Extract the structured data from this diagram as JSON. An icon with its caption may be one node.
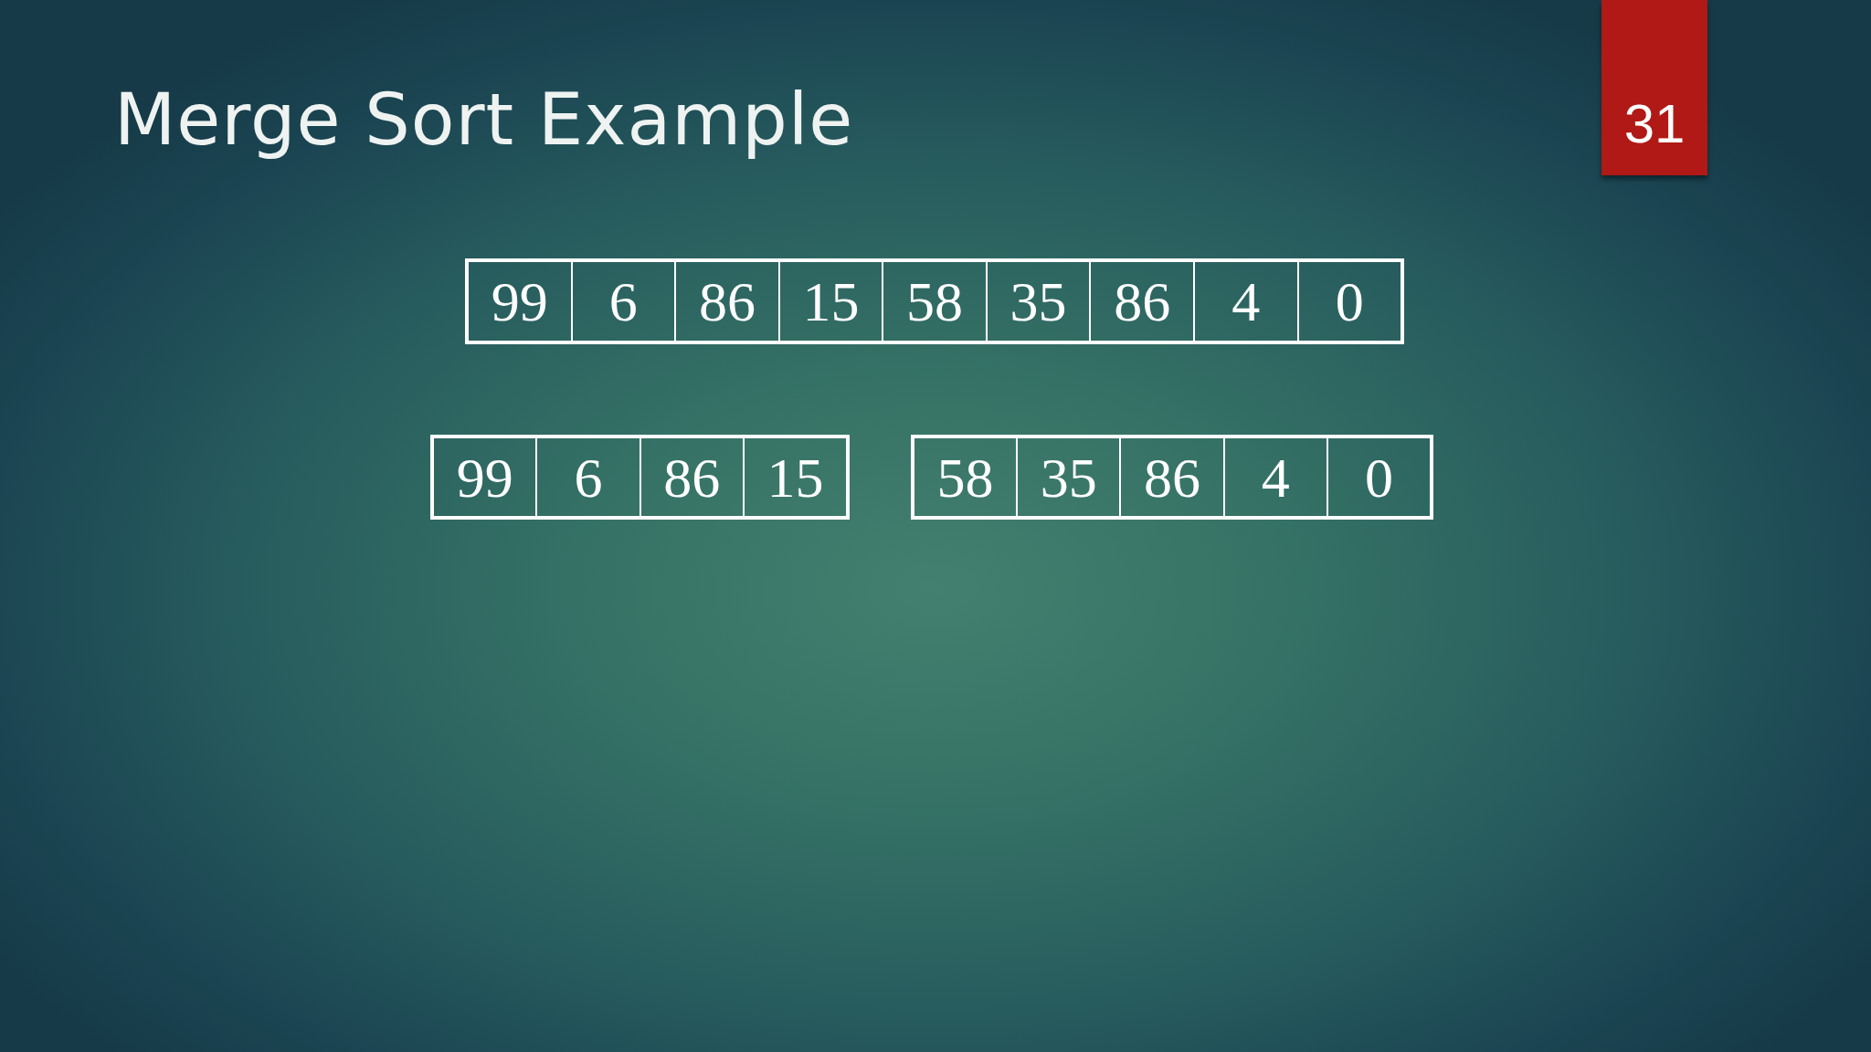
{
  "diagram": {
    "title": "Merge Sort Example",
    "nodes": [
      {
        "text": [
          "31"
        ]
      },
      {
        "text": [],
        "shape": "box"
      },
      {
        "text": [
          "99"
        ],
        "in": 1
      },
      {
        "text": [
          "6"
        ],
        "in": 1
      },
      {
        "text": [
          "86"
        ],
        "in": 1
      },
      {
        "text": [
          "15"
        ],
        "in": 1
      },
      {
        "text": [
          "58"
        ],
        "in": 1
      },
      {
        "text": [
          "35"
        ],
        "in": 1
      },
      {
        "text": [
          "86"
        ],
        "in": 1
      },
      {
        "text": [
          "4"
        ],
        "in": 1
      },
      {
        "text": [
          "0"
        ],
        "in": 1
      },
      {
        "text": [],
        "shape": "box"
      },
      {
        "text": [
          "99"
        ],
        "in": 11
      },
      {
        "text": [
          "6"
        ],
        "in": 11
      },
      {
        "text": [
          "86"
        ],
        "in": 11
      },
      {
        "text": [
          "15"
        ],
        "in": 11
      },
      {
        "text": [],
        "shape": "box"
      },
      {
        "text": [
          "58"
        ],
        "in": 16
      },
      {
        "text": [
          "35"
        ],
        "in": 16
      },
      {
        "text": [
          "86"
        ],
        "in": 16
      },
      {
        "text": [
          "4"
        ],
        "in": 16
      },
      {
        "text": [
          "0"
        ],
        "in": 16
      }
    ]
  }
}
